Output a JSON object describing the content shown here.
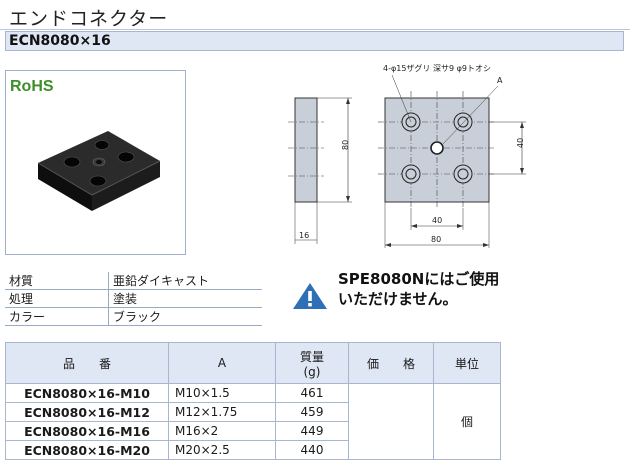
{
  "title": "エンドコネクター",
  "model": "ECN8080×16",
  "rohs_label": "RoHS",
  "specs": [
    {
      "key": "材質",
      "value": "亜鉛ダイキャスト"
    },
    {
      "key": "処理",
      "value": "塗装"
    },
    {
      "key": "カラー",
      "value": "ブラック"
    }
  ],
  "warning": {
    "line1": "SPE8080Nにはご使用",
    "line2": "いただけません。"
  },
  "drawing": {
    "callout": "4-φ15ザグリ 深サ9 φ9トオシ",
    "ref": "A",
    "dim_height": "80",
    "dim_thickness": "16",
    "dim_pitch_v": "40",
    "dim_pitch_h": "40",
    "dim_width": "80"
  },
  "table": {
    "headers": {
      "part_no": "品　　番",
      "a": "A",
      "mass": "質量",
      "mass_unit": "(g)",
      "price": "価　　格",
      "unit": "単位"
    },
    "rows": [
      {
        "part_no": "ECN8080×16-M10",
        "a": "M10×1.5",
        "mass": "461"
      },
      {
        "part_no": "ECN8080×16-M12",
        "a": "M12×1.75",
        "mass": "459"
      },
      {
        "part_no": "ECN8080×16-M16",
        "a": "M16×2",
        "mass": "449"
      },
      {
        "part_no": "ECN8080×16-M20",
        "a": "M20×2.5",
        "mass": "440"
      }
    ],
    "price": "",
    "unit": "個"
  }
}
